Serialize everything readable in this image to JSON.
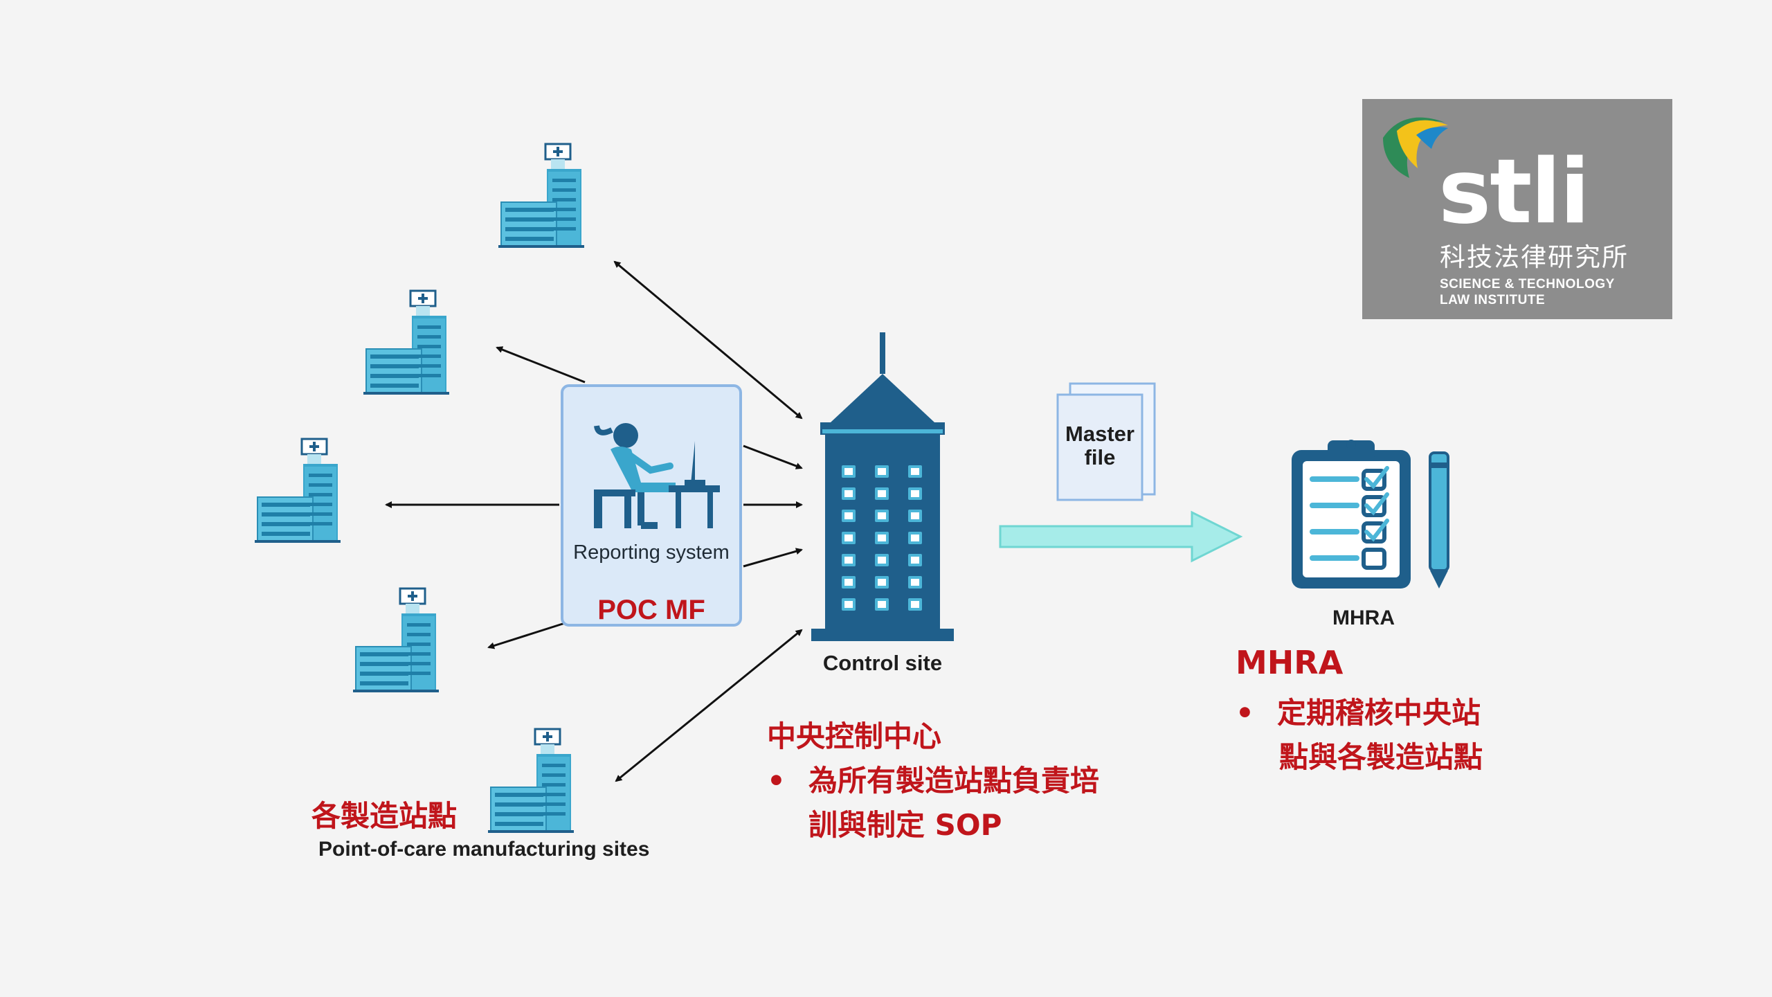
{
  "reporting_system": {
    "label": "Reporting system",
    "code": "POC MF"
  },
  "control_site": {
    "label": "Control site"
  },
  "master_file": {
    "label": "Master file"
  },
  "mhra_icon": {
    "label": "MHRA"
  },
  "sites": {
    "label_en": "Point-of-care manufacturing sites",
    "label_cn": "各製造站點"
  },
  "central": {
    "title": "中央控制中心",
    "bullet": "•",
    "line1": "為所有製造站點負責培",
    "line2": "訓與制定 SOP"
  },
  "mhra": {
    "title": "MHRA",
    "bullet": "•",
    "line1": "定期稽核中央站",
    "line2": "點與各製造站點"
  },
  "logo": {
    "word": "stli",
    "cjk": "科技法律研究所",
    "en_line1": "SCIENCE & TECHNOLOGY",
    "en_line2": "LAW INSTITUTE"
  },
  "colors": {
    "building_dark": "#1f5f8b",
    "building_light": "#4cb6d8",
    "accent_red": "#c0151b",
    "arrow_teal": "#7fe3e0",
    "logo_bg": "#8d8d8d"
  }
}
